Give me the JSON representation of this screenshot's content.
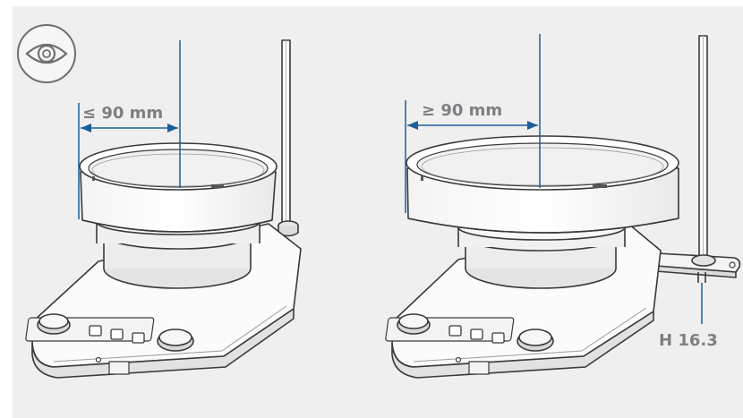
{
  "labels": {
    "left_dimension": "≤ 90 mm",
    "right_dimension": "≥ 90 mm",
    "part_reference": "H 16.3"
  },
  "icons": {
    "view": "eye-icon"
  },
  "colors": {
    "background": "#efefef",
    "dimension_line": "#1d5e9a",
    "label_text": "#7d7f82",
    "outline": "#3a3a3a"
  }
}
